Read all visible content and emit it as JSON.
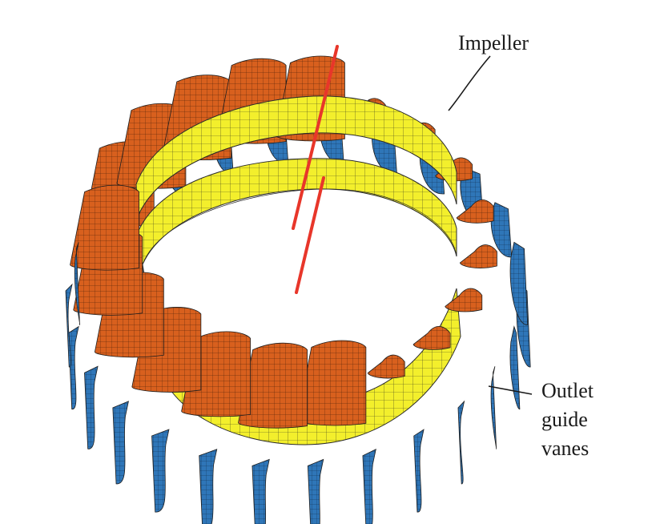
{
  "labels": {
    "impeller": "Impeller",
    "outlet_line1": "Outlet",
    "outlet_line2": "guide",
    "outlet_line3": "vanes"
  },
  "colors": {
    "impeller_blade": "#d8601e",
    "guide_vane": "#2f76b8",
    "shroud_ring": "#f3ef2c",
    "axis": "#e8362a",
    "mesh": "#2b2b2b"
  },
  "components": {
    "impeller_blade_count": 20,
    "guide_vane_count": 26
  }
}
